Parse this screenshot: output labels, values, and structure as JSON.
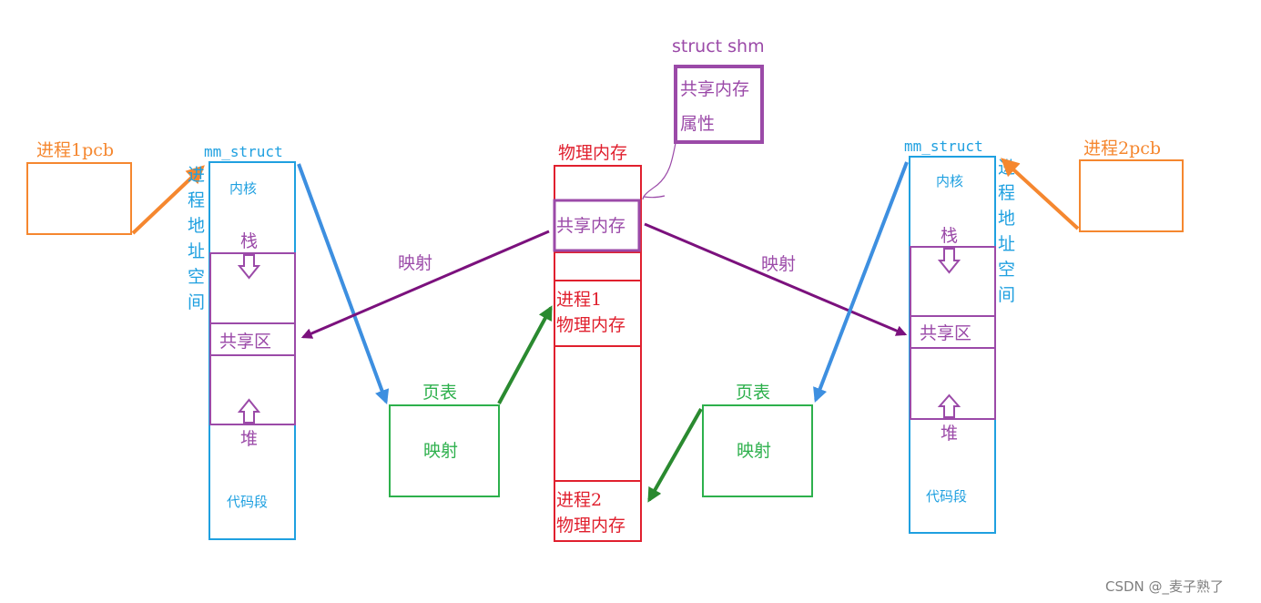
{
  "colors": {
    "orange": "#f5872f",
    "blue": "#1fa0e0",
    "purple": "#9b4aa8",
    "dark_purple": "#7b117d",
    "red": "#e0202e",
    "green": "#2db04c",
    "dark_green": "#2a8a30",
    "arrow_blue": "#3d8fe0",
    "gray": "#808080"
  },
  "left_process": {
    "pcb_label": "进程1pcb",
    "mm_struct_label": "mm_struct",
    "addr_space_chars": [
      "进",
      "程",
      "地",
      "址",
      "空",
      "间"
    ],
    "kernel_label": "内核",
    "stack_label": "栈",
    "shared_label": "共享区",
    "heap_label": "堆",
    "code_label": "代码段"
  },
  "right_process": {
    "pcb_label": "进程2pcb",
    "mm_struct_label": "mm_struct",
    "addr_space_chars": [
      "进",
      "程",
      "地",
      "址",
      "空",
      "间"
    ],
    "kernel_label": "内核",
    "stack_label": "栈",
    "shared_label": "共享区",
    "heap_label": "堆",
    "code_label": "代码段"
  },
  "physical_memory": {
    "title": "物理内存",
    "shared_label": "共享内存",
    "proc1_line1": "进程1",
    "proc1_line2": "物理内存",
    "proc2_line1": "进程2",
    "proc2_line2": "物理内存"
  },
  "shm": {
    "title": "struct shm",
    "line1": "共享内存",
    "line2": "属性"
  },
  "left_page_table": {
    "title": "页表",
    "content": "映射"
  },
  "right_page_table": {
    "title": "页表",
    "content": "映射"
  },
  "mapping_left_label": "映射",
  "mapping_right_label": "映射",
  "watermark": "CSDN @_麦子熟了"
}
